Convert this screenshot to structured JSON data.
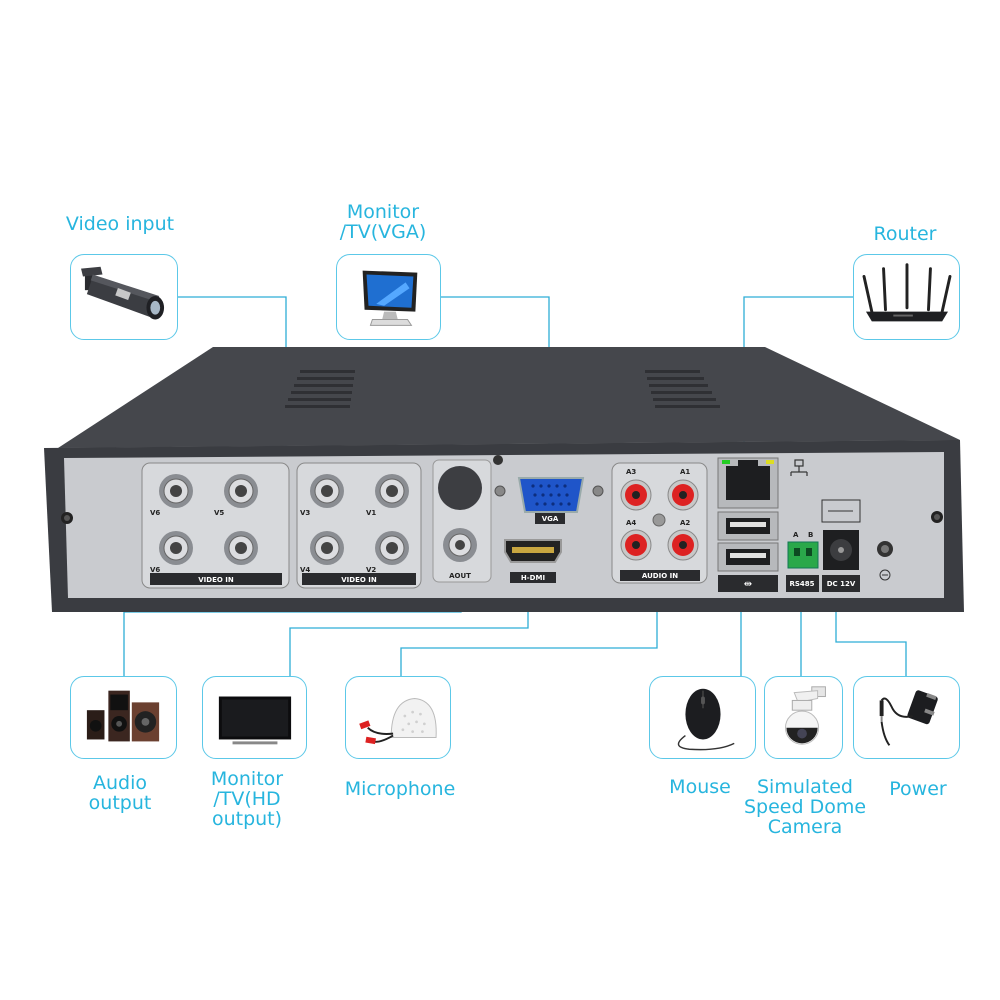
{
  "labels": {
    "video_input": "Video input",
    "monitor_vga": "Monitor\n/TV(VGA)",
    "router": "Router",
    "audio_output": "Audio\noutput",
    "monitor_hd": "Monitor\n/TV(HD\noutput)",
    "microphone": "Microphone",
    "mouse": "Mouse",
    "speed_dome": "Simulated\nSpeed Dome\nCamera",
    "power": "Power"
  },
  "panel": {
    "video_in_left": "VIDEO IN",
    "video_in_right": "VIDEO IN",
    "vga": "VGA",
    "hdmi": "H-DMI",
    "aout": "AOUT",
    "audio_in": "AUDIO IN",
    "rs485": "RS485",
    "dc12v": "DC 12V",
    "rs485_a": "A",
    "rs485_b": "B",
    "ch_v1": "V1",
    "ch_v2": "V2",
    "ch_v3": "V3",
    "ch_v4": "V4",
    "ch_v5": "V5",
    "ch_v6": "V6",
    "ch_a1": "A1",
    "ch_a2": "A2",
    "ch_a3": "A3",
    "ch_a4": "A4"
  },
  "colors": {
    "accent": "#27b5de",
    "line": "#2eaed6",
    "device_body": "#3a3c41",
    "panel": "#c9cbcf"
  },
  "icons": [
    "bullet-camera-icon",
    "monitor-vga-icon",
    "router-icon",
    "speaker-system-icon",
    "tv-icon",
    "microphone-icon",
    "mouse-icon",
    "speed-dome-camera-icon",
    "power-adapter-icon"
  ]
}
